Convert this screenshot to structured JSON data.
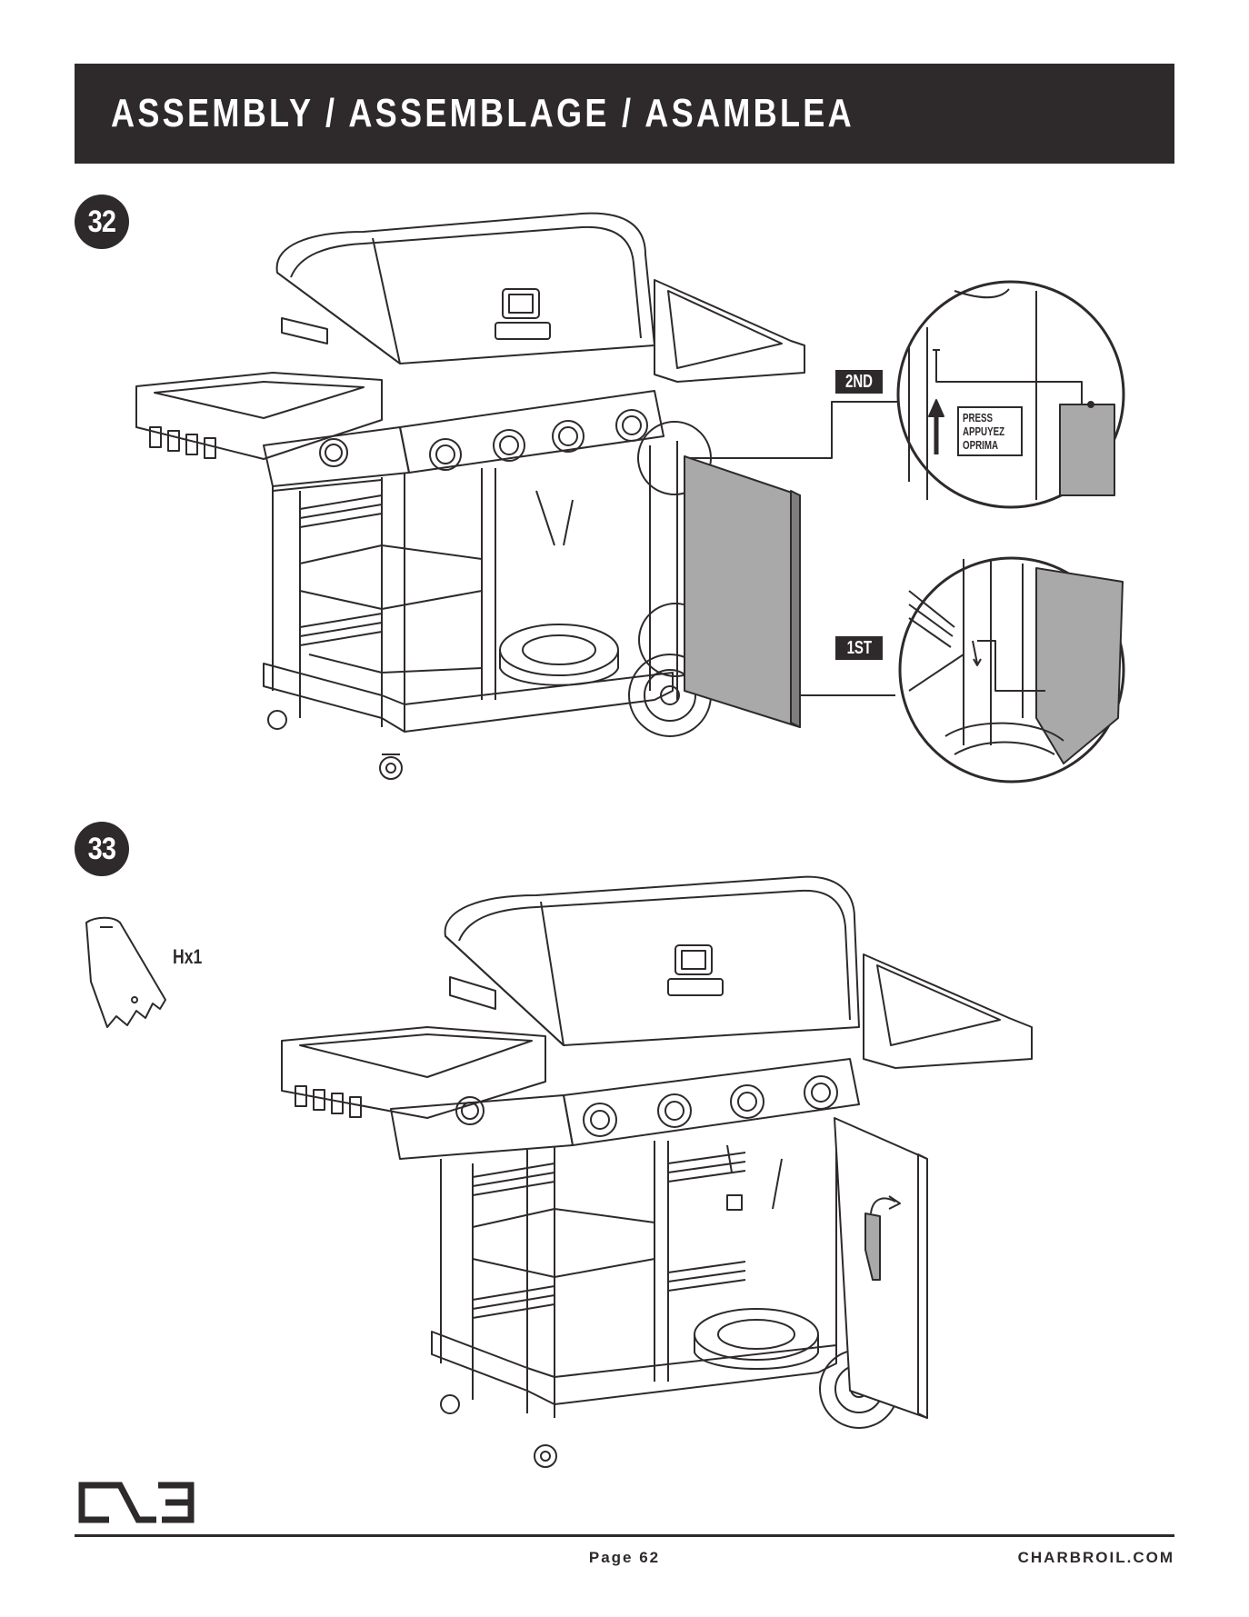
{
  "header": {
    "title": "ASSEMBLY / ASSEMBLAGE / ASAMBLEA"
  },
  "steps": [
    {
      "number": "32",
      "callout_second": "2ND",
      "callout_first": "1ST",
      "press_text": [
        "PRESS",
        "APPUYEZ",
        "OPRIMA"
      ]
    },
    {
      "number": "33",
      "part_qty": "Hx1"
    }
  ],
  "footer": {
    "page": "Page 62",
    "website": "CHARBROIL.COM",
    "logo_icon": "char-broil-logo-icon"
  },
  "colors": {
    "dark": "#2e2a2b",
    "panel_gray": "#a9a9a9"
  }
}
